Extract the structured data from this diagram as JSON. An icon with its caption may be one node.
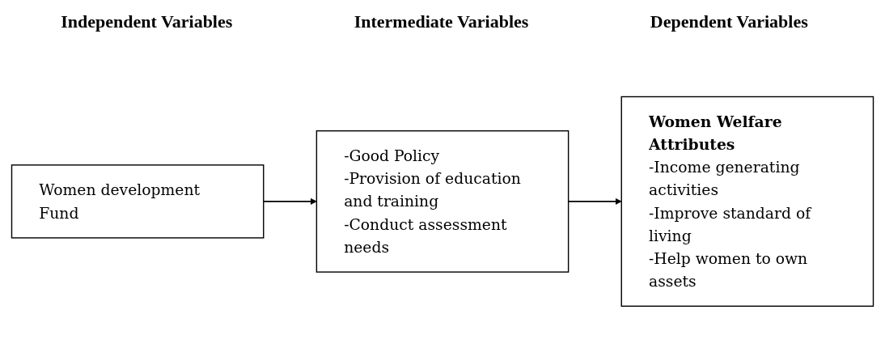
{
  "diagram": {
    "nodes": [
      {
        "text": [
          "Women development Fund"
        ]
      },
      {
        "text": [
          "-Good Policy",
          "-Provision of education and training",
          "-Conduct assessment needs"
        ]
      },
      {
        "text": [
          "Women Welfare Attributes",
          "-Income generating activities",
          "-Improve standard of living",
          "-Help women to own assets"
        ]
      }
    ],
    "edges": [
      {
        "from": 0,
        "to": 1,
        "arrow": "to"
      },
      {
        "from": 1,
        "to": 2,
        "arrow": "to"
      }
    ],
    "labels": [
      "Independent Variables",
      "Intermediate Variables",
      "Dependent Variables"
    ]
  }
}
